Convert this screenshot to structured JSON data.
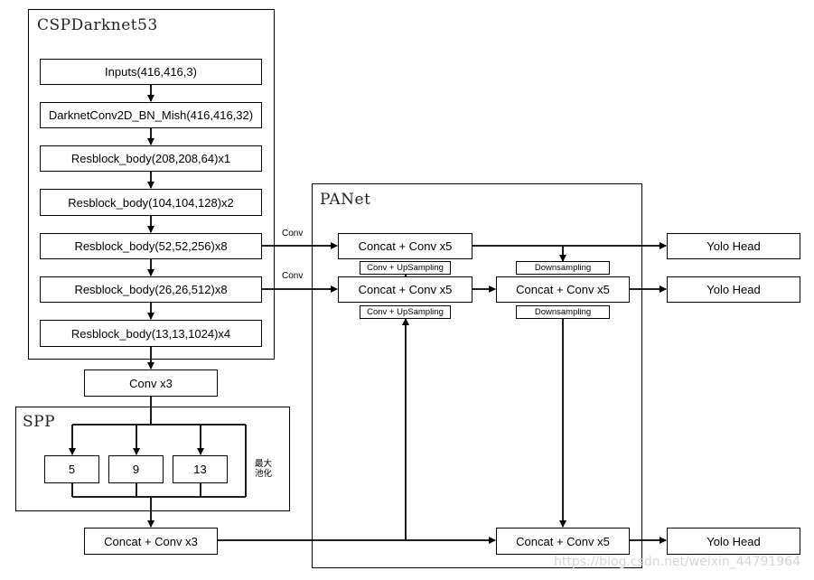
{
  "groups": {
    "backbone": "CSPDarknet53",
    "spp": "SPP",
    "panet": "PANet"
  },
  "backbone": {
    "inputs": "Inputs(416,416,3)",
    "conv2d": "DarknetConv2D_BN_Mish(416,416,32)",
    "res1": "Resblock_body(208,208,64)x1",
    "res2": "Resblock_body(104,104,128)x2",
    "res3": "Resblock_body(52,52,256)x8",
    "res4": "Resblock_body(26,26,512)x8",
    "res5": "Resblock_body(13,13,1024)x4"
  },
  "neck": {
    "conv_x3": "Conv x3",
    "concat_conv_x3": "Concat + Conv x3"
  },
  "spp": {
    "pool_sizes": [
      "5",
      "9",
      "13"
    ],
    "pool_note": "最大池化"
  },
  "panet": {
    "concat_top": "Concat + Conv x5",
    "concat_mid_left": "Concat + Conv x5",
    "concat_mid_right": "Concat + Conv x5",
    "concat_bottom": "Concat + Conv x5",
    "upsampling_1": "Conv + UpSampling",
    "upsampling_2": "Conv + UpSampling",
    "downsampling_1": "Downsampling",
    "downsampling_2": "Downsampling"
  },
  "edges": {
    "conv_1": "Conv",
    "conv_2": "Conv"
  },
  "heads": {
    "head_1": "Yolo Head",
    "head_2": "Yolo Head",
    "head_3": "Yolo Head"
  },
  "watermark": "https://blog.csdn.net/weixin_44791964"
}
